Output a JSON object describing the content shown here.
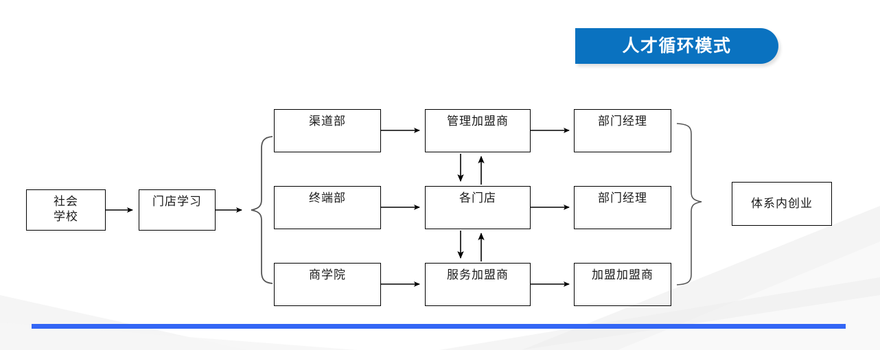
{
  "slide": {
    "title": "人才循环模式",
    "accent_color": "#0A72C0",
    "bar_color": "#3366F5",
    "background_color": "#FFFFFF",
    "line_color": "#000000"
  },
  "nodes": {
    "source": "社会\n学校",
    "store_study": "门店学习",
    "dept_channel": "渠道部",
    "dept_terminal": "终端部",
    "dept_business_school": "商学院",
    "mid_manage_franchisee": "管理加盟商",
    "mid_stores": "各门店",
    "mid_service_franchisee": "服务加盟商",
    "right_manager_top": "部门经理",
    "right_manager_mid": "部门经理",
    "right_franchise": "加盟加盟商",
    "outcome": "体系内创业"
  },
  "icons": {
    "arrow_right": "arrow-right-icon",
    "arrow_down": "arrow-down-icon",
    "arrow_up": "arrow-up-icon",
    "brace_left": "brace-left-icon",
    "brace_right": "brace-right-icon"
  }
}
